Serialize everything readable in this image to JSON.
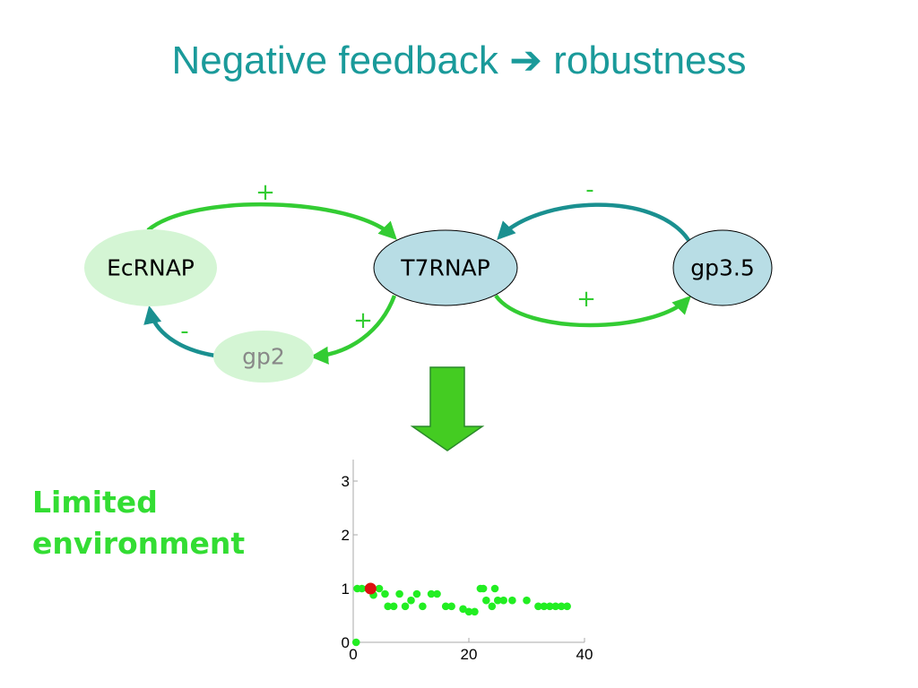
{
  "title": {
    "text_before": "Negative feedback",
    "arrow_glyph": "➔",
    "text_after": "robustness"
  },
  "nodes": {
    "ecrnap": "EcRNAP",
    "t7rnap": "T7RNAP",
    "gp35": "gp3.5",
    "gp2": "gp2"
  },
  "edge_signs": {
    "ecrnap_to_t7rnap": "+",
    "gp35_to_t7rnap": "-",
    "t7rnap_to_gp35": "+",
    "t7rnap_to_gp2": "+",
    "gp2_to_ecrnap": "-"
  },
  "caption": {
    "line1": "Limited",
    "line2": "environment"
  },
  "colors": {
    "title": "#1a9a9a",
    "activation": "#33cc33",
    "inhibition": "#1a9090",
    "t7_fill": "#b8dde5",
    "light_green_fill": "#d4f5d4",
    "caption": "#33dd33",
    "big_arrow": "#44cc22",
    "point_green": "#22ee22",
    "point_red": "#dd1111"
  },
  "chart_data": {
    "type": "scatter",
    "x_ticks": [
      "0",
      "20",
      "40"
    ],
    "y_ticks": [
      "0",
      "1",
      "2",
      "3"
    ],
    "xlim": [
      0,
      40
    ],
    "ylim": [
      0,
      3.4
    ],
    "series": [
      {
        "color": "#22ee22",
        "points": [
          [
            0.5,
            0
          ],
          [
            0.7,
            1
          ],
          [
            1.5,
            1
          ],
          [
            2.5,
            1
          ],
          [
            3.5,
            0.88
          ],
          [
            4.5,
            1
          ],
          [
            5.5,
            0.9
          ],
          [
            6,
            0.67
          ],
          [
            7,
            0.67
          ],
          [
            8,
            0.9
          ],
          [
            9,
            0.67
          ],
          [
            10,
            0.78
          ],
          [
            11,
            0.9
          ],
          [
            12,
            0.67
          ],
          [
            13.5,
            0.9
          ],
          [
            14.5,
            0.9
          ],
          [
            16,
            0.67
          ],
          [
            17,
            0.67
          ],
          [
            19,
            0.62
          ],
          [
            20,
            0.57
          ],
          [
            21,
            0.57
          ],
          [
            22,
            1
          ],
          [
            22.5,
            1
          ],
          [
            23,
            0.78
          ],
          [
            24,
            0.67
          ],
          [
            24.5,
            1
          ],
          [
            25,
            0.78
          ],
          [
            26,
            0.78
          ],
          [
            27.5,
            0.78
          ],
          [
            30,
            0.78
          ],
          [
            32,
            0.67
          ],
          [
            33,
            0.67
          ],
          [
            34,
            0.67
          ],
          [
            35,
            0.67
          ],
          [
            36,
            0.67
          ],
          [
            37,
            0.67
          ]
        ]
      },
      {
        "color": "#dd1111",
        "points": [
          [
            3,
            1
          ]
        ]
      }
    ]
  }
}
